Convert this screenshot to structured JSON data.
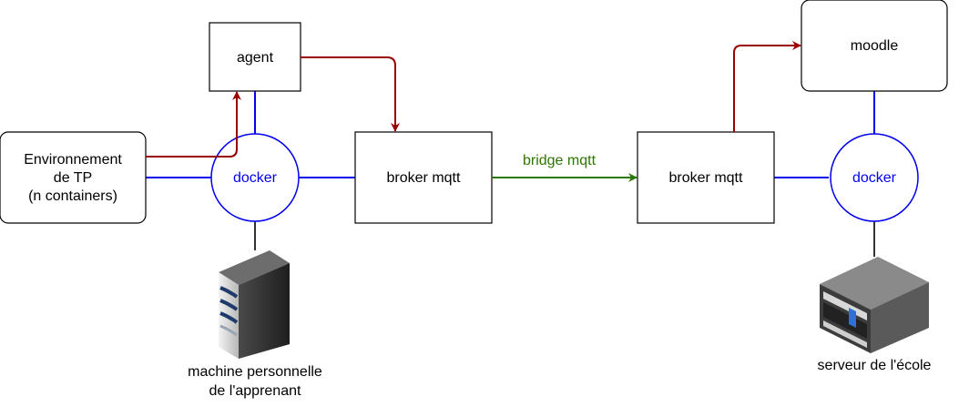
{
  "nodes": {
    "env": [
      "Environnement",
      "de TP",
      "(n containers)"
    ],
    "agent": "agent",
    "docker_left": "docker",
    "broker_left": "broker mqtt",
    "bridge": "bridge mqtt",
    "broker_right": "broker mqtt",
    "moodle": "moodle",
    "docker_right": "docker",
    "machine": [
      "machine personnelle",
      "de l'apprenant"
    ],
    "server": "serveur de l'école"
  },
  "colors": {
    "docker_link": "#0000ee",
    "message_flow": "#990000",
    "bridge": "#2d7600",
    "server_link": "#333333",
    "box_border": "#000000"
  }
}
